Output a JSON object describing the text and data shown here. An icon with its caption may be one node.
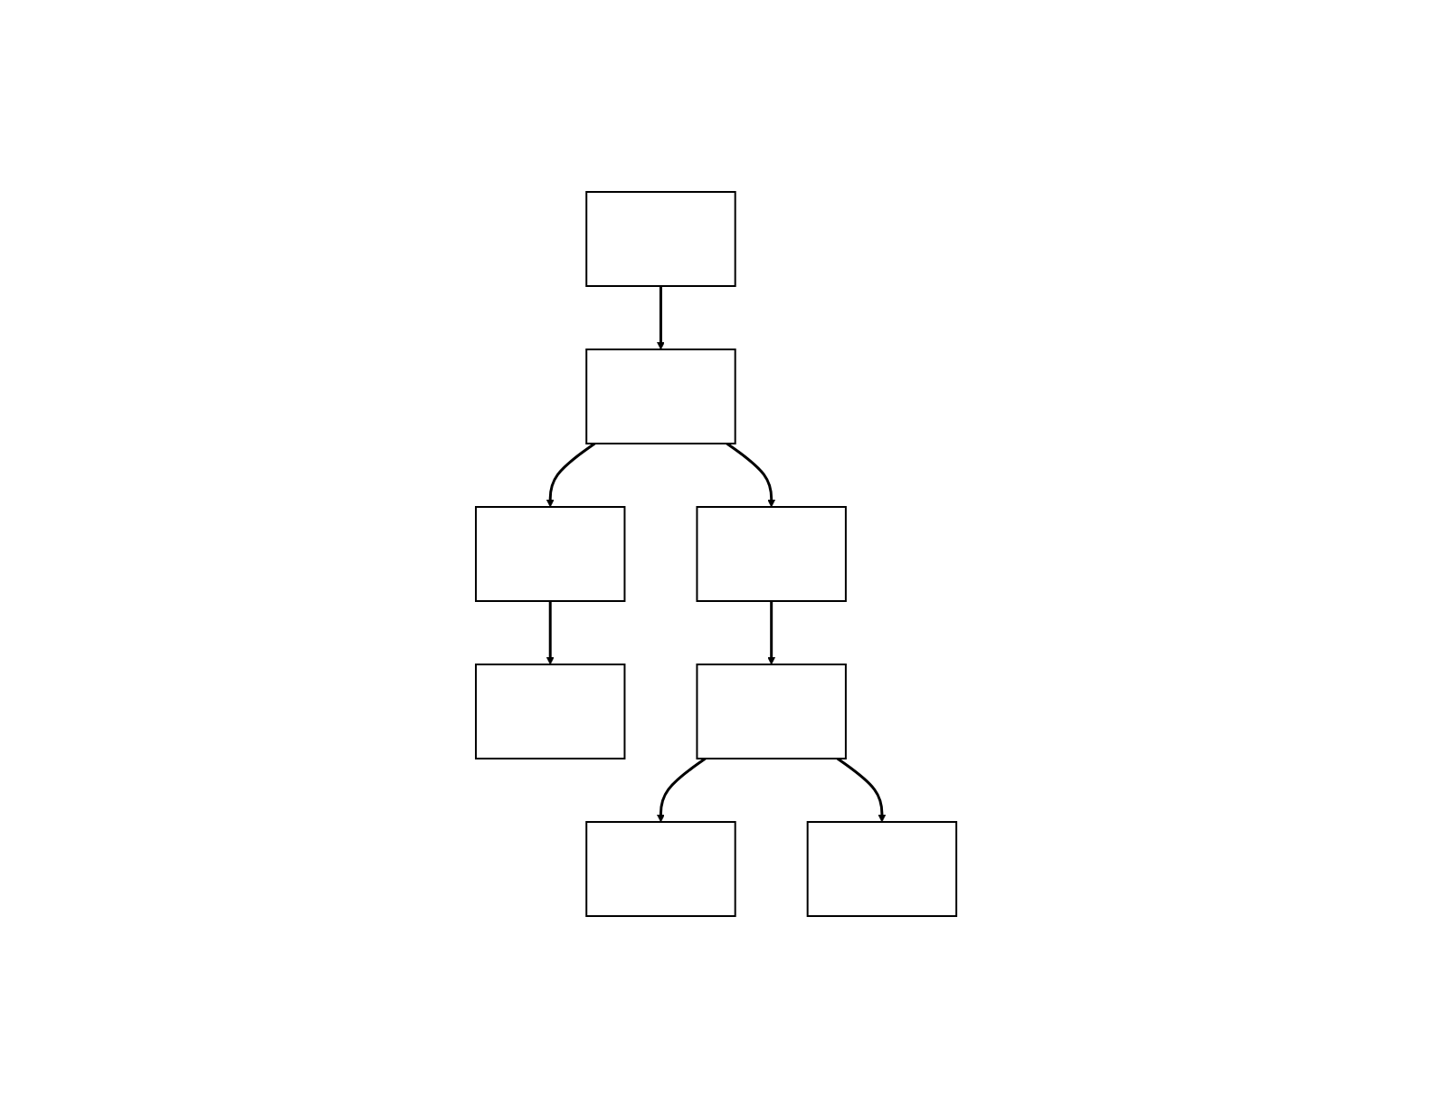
{
  "diagram": {
    "nodes": [
      {
        "text": [],
        "shape": "box"
      },
      {
        "text": [],
        "shape": "box"
      },
      {
        "text": [],
        "shape": "box"
      },
      {
        "text": [],
        "shape": "box"
      },
      {
        "text": [],
        "shape": "box"
      },
      {
        "text": [],
        "shape": "box"
      },
      {
        "text": [],
        "shape": "box"
      },
      {
        "text": [],
        "shape": "box"
      }
    ],
    "edges": [
      {
        "from": 0,
        "to": 1,
        "arrow": "to"
      },
      {
        "from": 1,
        "to": 2,
        "arrow": "to"
      },
      {
        "from": 2,
        "to": 3,
        "arrow": "to"
      },
      {
        "from": 1,
        "to": 4,
        "arrow": "to"
      },
      {
        "from": 4,
        "to": 5,
        "arrow": "to"
      },
      {
        "from": 5,
        "to": 6,
        "arrow": "to"
      },
      {
        "from": 5,
        "to": 7,
        "arrow": "to"
      }
    ]
  }
}
